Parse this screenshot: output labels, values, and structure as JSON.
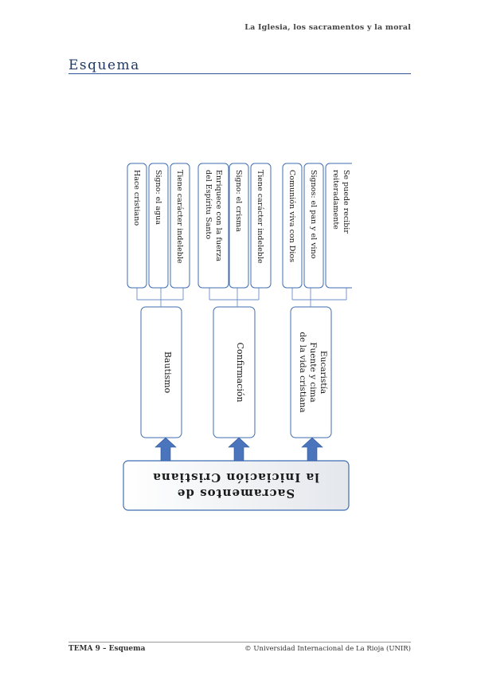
{
  "header": {
    "title": "La Iglesia, los sacramentos y la moral"
  },
  "section": {
    "title": "Esquema"
  },
  "footer": {
    "left": "TEMA 9 – Esquema",
    "right": "© Universidad Internacional de La Rioja (UNIR)"
  },
  "diagram": {
    "root": {
      "line1": "Sacramentos de",
      "line2": "la Iniciación Cristiana"
    },
    "sacraments": [
      {
        "label": "Bautismo",
        "details": [
          "Hace cristiano",
          "Signo: el agua",
          "Tiene carácter indeleble"
        ]
      },
      {
        "label": "Confirmación",
        "details": [
          "Enriquece con la fuerza del Espíritu Santo",
          "Signo: el crisma",
          "Tiene carácter indeleble"
        ]
      },
      {
        "label": "Eucaristía",
        "label_lines": [
          "Eucaristía",
          "Fuente y cima",
          "de la vida cristiana"
        ],
        "details": [
          "Comunión viva con Dios",
          "Signos: el pan y el vino",
          "Se puede recibir reiteradamente"
        ]
      }
    ]
  }
}
